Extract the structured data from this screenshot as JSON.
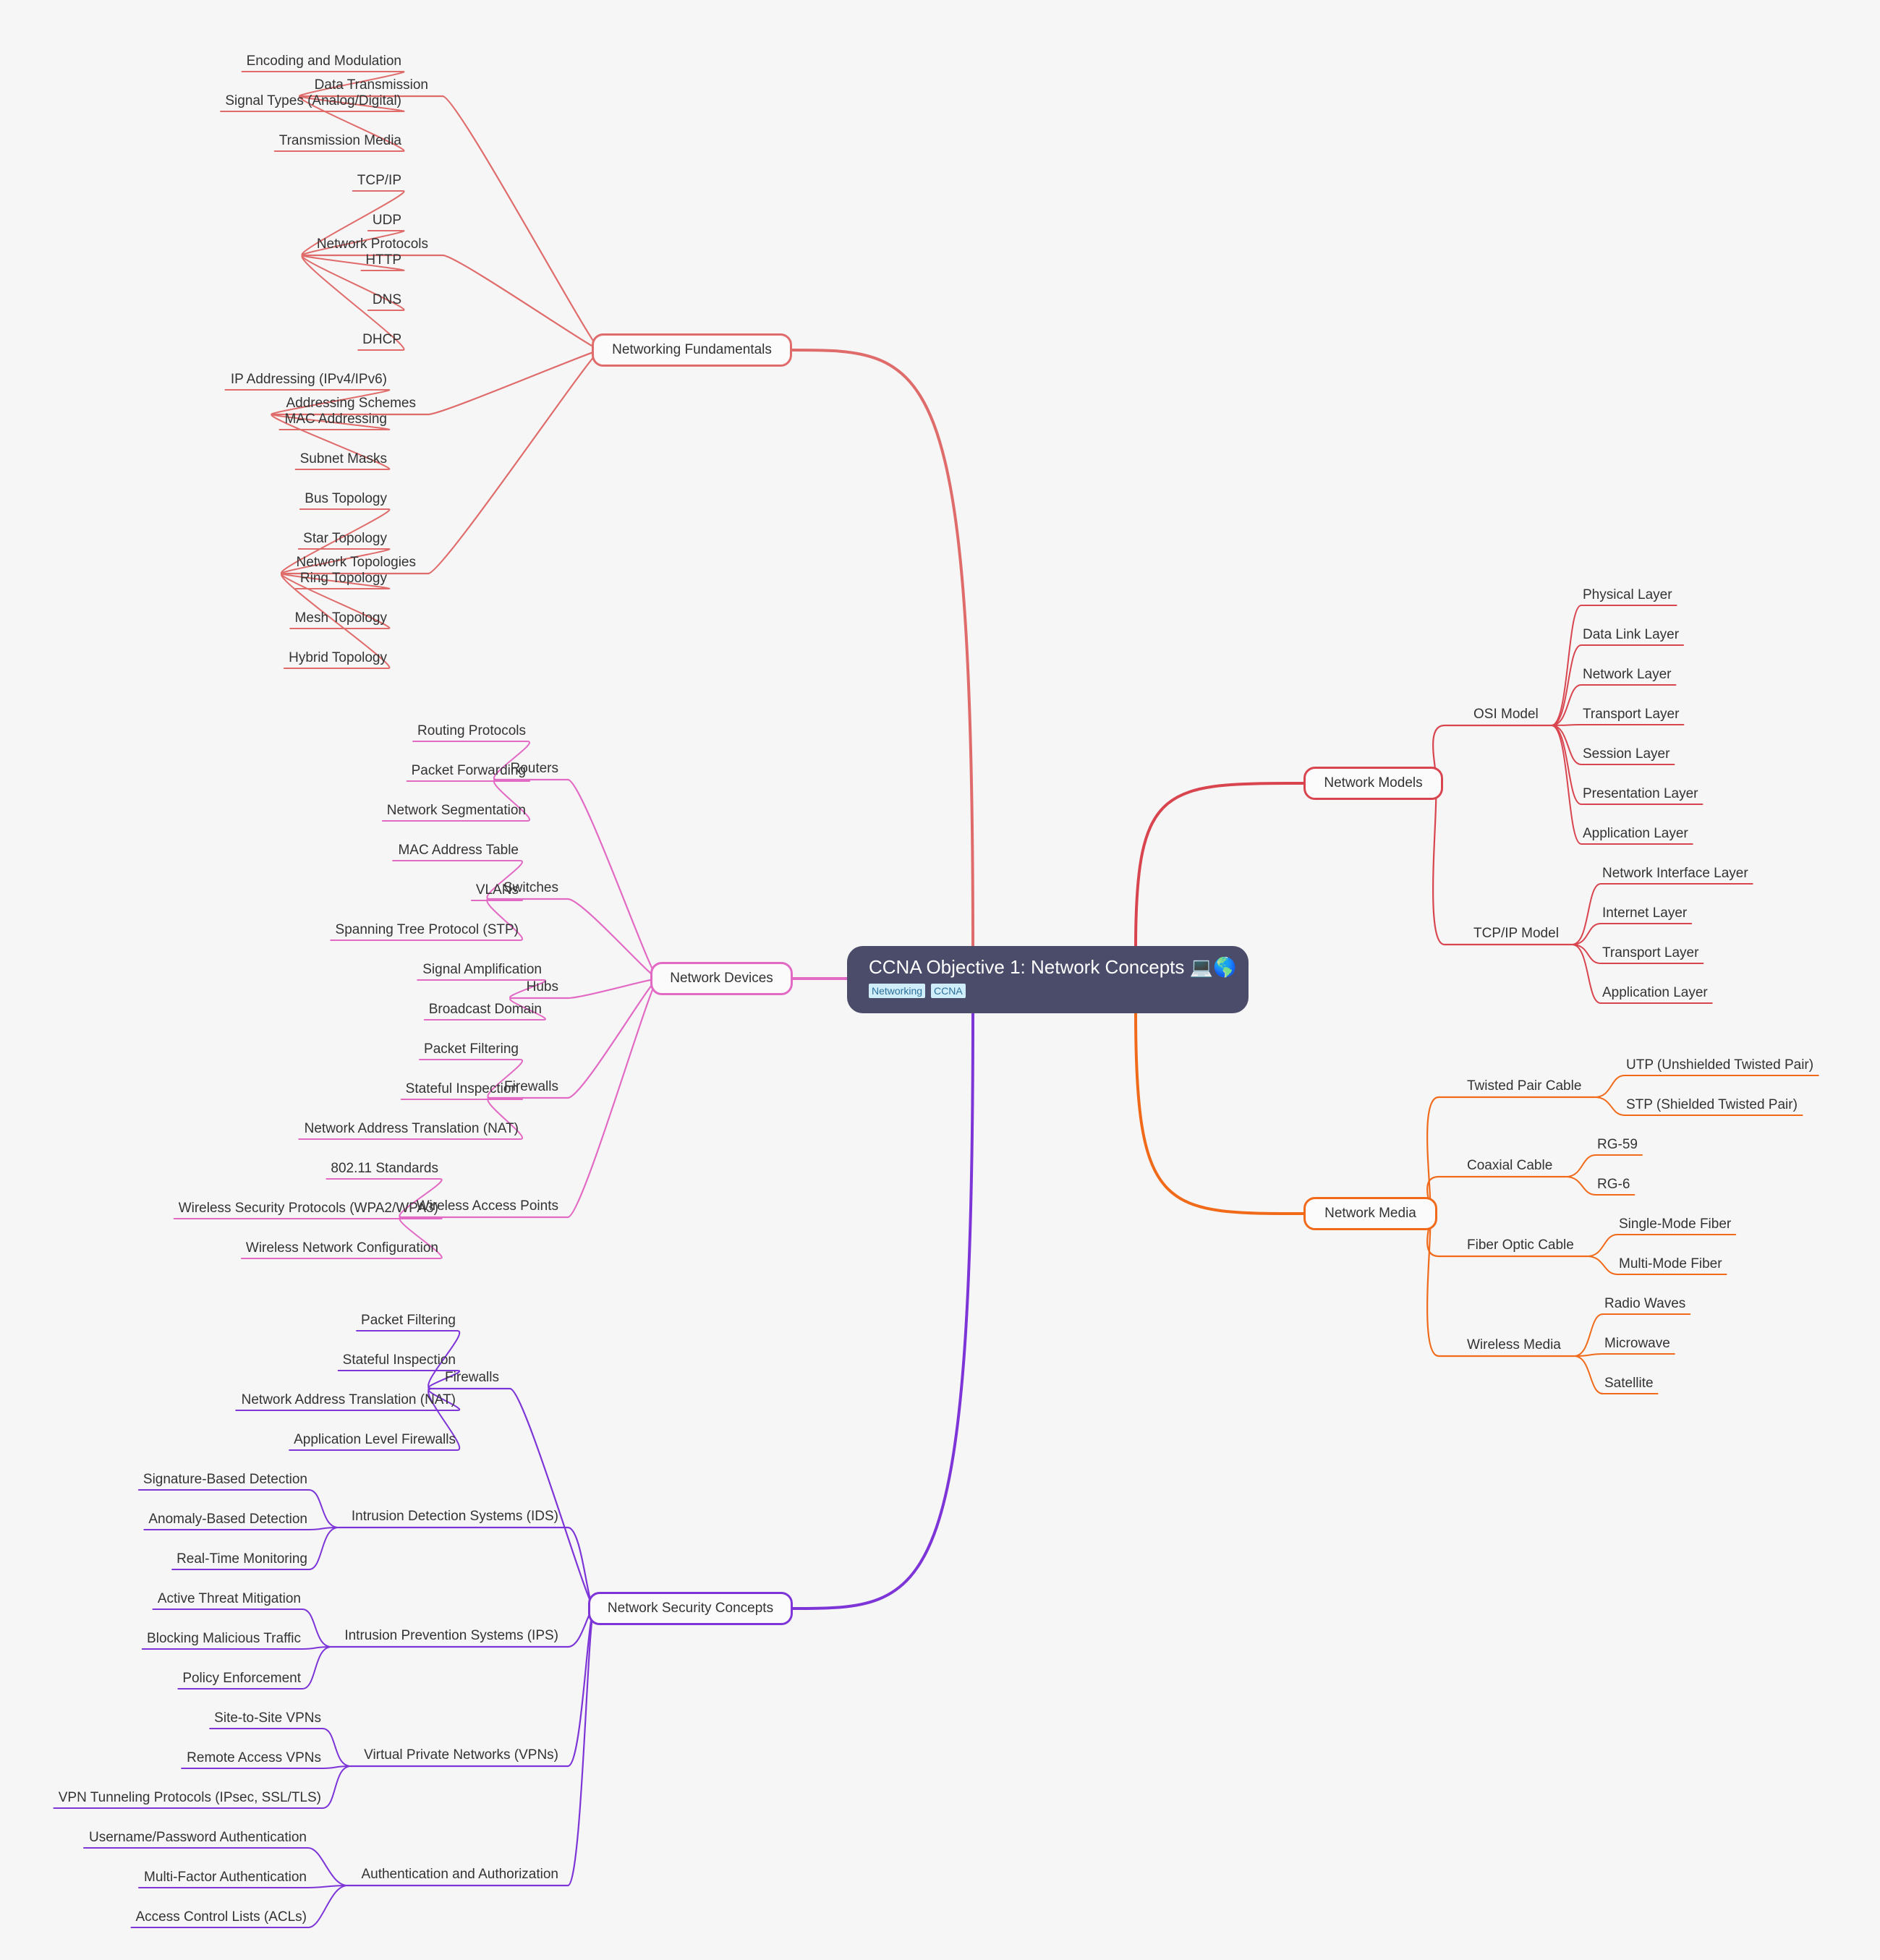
{
  "root": {
    "title": "CCNA Objective 1: Network Concepts 💻🌎",
    "tags": [
      "Networking",
      "CCNA"
    ]
  },
  "colors": {
    "root_bg": "#4a4c69",
    "networking_fundamentals": "#e06b6b",
    "network_devices": "#e26ac4",
    "network_security": "#7d35d8",
    "network_models": "#d9454f",
    "network_media": "#f06a1a"
  },
  "branches": [
    {
      "label": "Networking Fundamentals",
      "groups": [
        {
          "label": "Data Transmission",
          "items": [
            "Encoding and Modulation",
            "Signal Types (Analog/Digital)",
            "Transmission Media"
          ]
        },
        {
          "label": "Network Protocols",
          "items": [
            "TCP/IP",
            "UDP",
            "HTTP",
            "DNS",
            "DHCP"
          ]
        },
        {
          "label": "Addressing Schemes",
          "items": [
            "IP Addressing (IPv4/IPv6)",
            "MAC Addressing",
            "Subnet Masks"
          ]
        },
        {
          "label": "Network Topologies",
          "items": [
            "Bus Topology",
            "Star Topology",
            "Ring Topology",
            "Mesh Topology",
            "Hybrid Topology"
          ]
        }
      ]
    },
    {
      "label": "Network Devices",
      "groups": [
        {
          "label": "Routers",
          "items": [
            "Routing Protocols",
            "Packet Forwarding",
            "Network Segmentation"
          ]
        },
        {
          "label": "Switches",
          "items": [
            "MAC Address Table",
            "VLANs",
            "Spanning Tree Protocol (STP)"
          ]
        },
        {
          "label": "Hubs",
          "items": [
            "Signal Amplification",
            "Broadcast Domain"
          ]
        },
        {
          "label": "Firewalls",
          "items": [
            "Packet Filtering",
            "Stateful Inspection",
            "Network Address Translation (NAT)"
          ]
        },
        {
          "label": "Wireless Access Points",
          "items": [
            "802.11 Standards",
            "Wireless Security Protocols (WPA2/WPA3)",
            "Wireless Network Configuration"
          ]
        }
      ]
    },
    {
      "label": "Network Security Concepts",
      "groups": [
        {
          "label": "Firewalls",
          "items": [
            "Packet Filtering",
            "Stateful Inspection",
            "Network Address Translation (NAT)",
            "Application Level Firewalls"
          ]
        },
        {
          "label": "Intrusion Detection Systems (IDS)",
          "items": [
            "Signature-Based Detection",
            "Anomaly-Based Detection",
            "Real-Time Monitoring"
          ]
        },
        {
          "label": "Intrusion Prevention Systems (IPS)",
          "items": [
            "Active Threat Mitigation",
            "Blocking Malicious Traffic",
            "Policy Enforcement"
          ]
        },
        {
          "label": "Virtual Private Networks (VPNs)",
          "items": [
            "Site-to-Site VPNs",
            "Remote Access VPNs",
            "VPN Tunneling Protocols (IPsec, SSL/TLS)"
          ]
        },
        {
          "label": "Authentication and Authorization",
          "items": [
            "Username/Password Authentication",
            "Multi-Factor Authentication",
            "Access Control Lists (ACLs)"
          ]
        }
      ]
    },
    {
      "label": "Network Models",
      "groups": [
        {
          "label": "OSI Model",
          "items": [
            "Physical Layer",
            "Data Link Layer",
            "Network Layer",
            "Transport Layer",
            "Session Layer",
            "Presentation Layer",
            "Application Layer"
          ]
        },
        {
          "label": "TCP/IP Model",
          "items": [
            "Network Interface Layer",
            "Internet Layer",
            "Transport Layer",
            "Application Layer"
          ]
        }
      ]
    },
    {
      "label": "Network Media",
      "groups": [
        {
          "label": "Twisted Pair Cable",
          "items": [
            "UTP (Unshielded Twisted Pair)",
            "STP (Shielded Twisted Pair)"
          ]
        },
        {
          "label": "Coaxial Cable",
          "items": [
            "RG-59",
            "RG-6"
          ]
        },
        {
          "label": "Fiber Optic Cable",
          "items": [
            "Single-Mode Fiber",
            "Multi-Mode Fiber"
          ]
        },
        {
          "label": "Wireless Media",
          "items": [
            "Radio Waves",
            "Microwave",
            "Satellite"
          ]
        }
      ]
    }
  ]
}
